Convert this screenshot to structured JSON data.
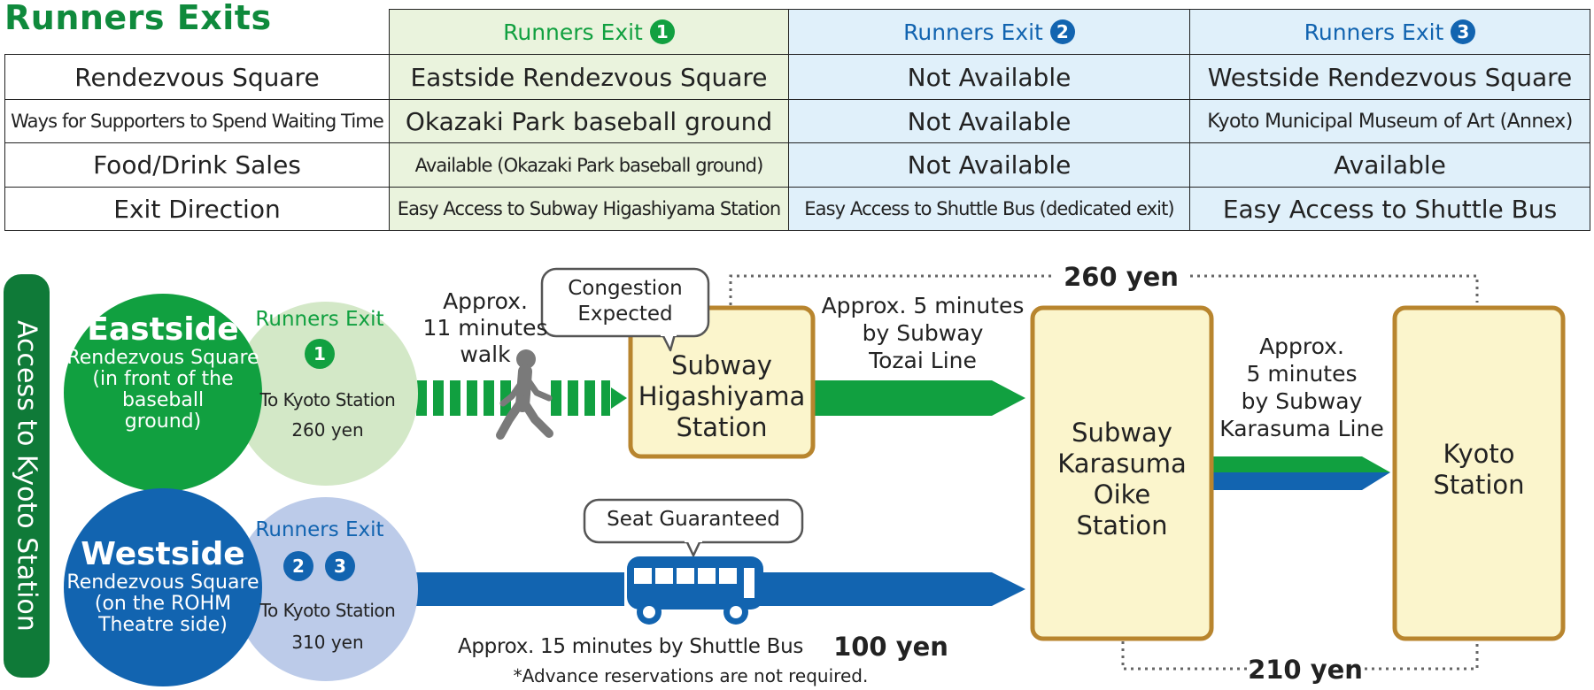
{
  "header": {
    "title": "Runners Exits"
  },
  "table": {
    "columns": [
      {
        "label": "Runners Exit",
        "badge": "1"
      },
      {
        "label": "Runners Exit",
        "badge": "2"
      },
      {
        "label": "Runners Exit",
        "badge": "3"
      }
    ],
    "rows": [
      {
        "label": "Rendezvous Square",
        "cells": [
          "Eastside Rendezvous Square",
          "Not Available",
          "Westside Rendezvous Square"
        ]
      },
      {
        "label": "Ways for Supporters to Spend Waiting Time",
        "cells": [
          "Okazaki Park baseball ground",
          "Not Available",
          "Kyoto Municipal Museum of Art (Annex)"
        ]
      },
      {
        "label": "Food/Drink Sales",
        "cells": [
          "Available (Okazaki Park baseball ground)",
          "Not Available",
          "Available"
        ]
      },
      {
        "label": "Exit Direction",
        "cells": [
          "Easy Access to Subway Higashiyama Station",
          "Easy Access to Shuttle Bus (dedicated exit)",
          "Easy Access to Shuttle Bus"
        ]
      }
    ]
  },
  "diagram": {
    "side_label": "Access to Kyoto Station",
    "east": {
      "name": "Eastside",
      "sub": "Rendezvous Square",
      "note1": "(in front of the",
      "note2": "baseball",
      "note3": "ground)",
      "exit_label": "Runners Exit",
      "exit_badge": "1",
      "dest": "To Kyoto Station",
      "fare": "260 yen"
    },
    "west": {
      "name": "Westside",
      "sub": "Rendezvous Square",
      "note1": "(on the ROHM",
      "note2": "Theatre side)",
      "exit_label": "Runners Exit",
      "exit_badge_a": "2",
      "exit_badge_b": "3",
      "dest": "To Kyoto Station",
      "fare": "310 yen"
    },
    "walk": {
      "line1": "Approx.",
      "line2": "11 minutes",
      "line3": "walk"
    },
    "congestion": {
      "line1": "Congestion",
      "line2": "Expected"
    },
    "higashiyama": {
      "line1": "Subway",
      "line2": "Higashiyama",
      "line3": "Station"
    },
    "tozai": {
      "line1": "Approx. 5 minutes",
      "line2": "by Subway",
      "line3": "Tozai Line"
    },
    "top_fare": "260 yen",
    "oike": {
      "line1": "Subway",
      "line2": "Karasuma",
      "line3": "Oike",
      "line4": "Station"
    },
    "karasuma": {
      "line1": "Approx.",
      "line2": "5 minutes",
      "line3": "by Subway",
      "line4": "Karasuma Line"
    },
    "kyoto": {
      "line1": "Kyoto",
      "line2": "Station"
    },
    "seat": "Seat Guaranteed",
    "bus_time": "Approx. 15 minutes by Shuttle Bus",
    "bus_fare": "100 yen",
    "bus_note": "*Advance reservations are not required.",
    "bottom_fare": "210 yen"
  },
  "colors": {
    "green": "#11a040",
    "dark_green": "#0f8a3c",
    "blue": "#1264b0",
    "light_green": "#d3e8c7",
    "light_blue": "#bccbe9",
    "station_fill": "#fbf5cc",
    "station_border": "#b8852e"
  }
}
